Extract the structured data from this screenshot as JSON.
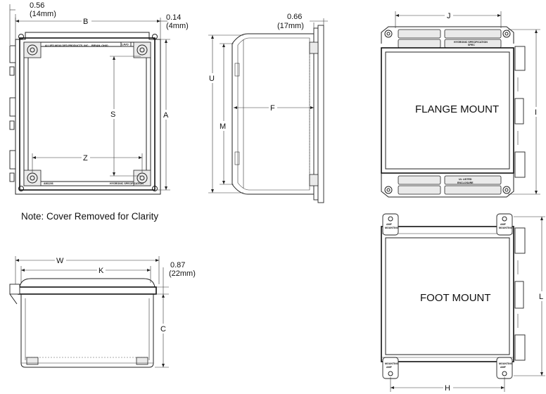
{
  "dims": {
    "d056": "0.56",
    "d056mm": "(14mm)",
    "d014": "0.14",
    "d014mm": "(4mm)",
    "d066": "0.66",
    "d066mm": "(17mm)",
    "d087": "0.87",
    "d087mm": "(22mm)",
    "B": "B",
    "A": "A",
    "S": "S",
    "Z": "Z",
    "U": "U",
    "M": "M",
    "F": "F",
    "J": "J",
    "I": "I",
    "W": "W",
    "K": "K",
    "C": "C",
    "L": "L",
    "H": "H"
  },
  "labels": {
    "flange_mount": "FLANGE MOUNT",
    "foot_mount": "FOOT MOUNT",
    "note": "Note: Cover Removed for Clarity",
    "brand": "ALLIED MOULDED PRODUCTS, INC.",
    "city": "BRYAN, OHIO",
    "logo": "LAVO",
    "model": "AM1206",
    "spec_line1": "HYGRONIC SPECIFICATION",
    "spec_line2": "SPEC",
    "ul_line1": "UL LISTED",
    "ul_line2": "ENCLOSURE",
    "foot_tag": "AMF",
    "foot_sub": "MOUNTING"
  }
}
